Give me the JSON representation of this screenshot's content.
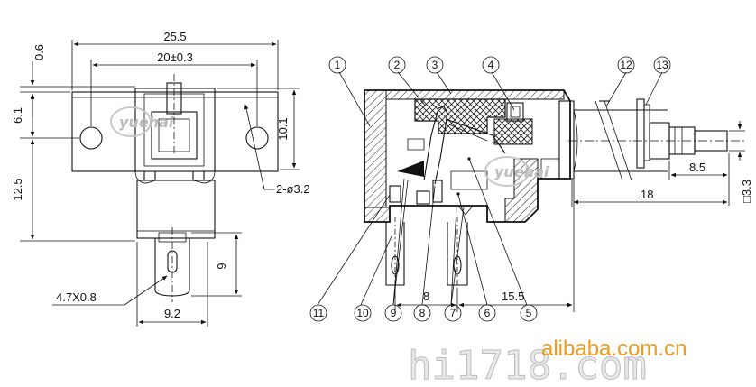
{
  "front_view": {
    "dim_width_total": "25.5",
    "dim_hole_pitch": "20±0.3",
    "dim_top_offset": "0.6",
    "dim_upper_height": "6.1",
    "dim_lower_height": "12.5",
    "dim_right_height": "10.1",
    "dim_holes": "2-ø3.2",
    "dim_terminal_length": "9",
    "dim_terminal_size": "4.7X0.8",
    "dim_terminal_pitch": "9.2"
  },
  "side_view": {
    "dim_shaft_length": "18",
    "dim_shaft_tip": "8.5",
    "dim_shaft_square": "□3.3",
    "dim_terminal_gap": "8",
    "dim_body_length": "15.5",
    "callouts": [
      "1",
      "2",
      "3",
      "4",
      "5",
      "6",
      "7",
      "8",
      "9",
      "10",
      "11",
      "12",
      "13"
    ]
  },
  "watermarks": {
    "logo": "yuehai",
    "site_mark": "hi1718.com",
    "site_text": "alibaba.com.cn"
  }
}
